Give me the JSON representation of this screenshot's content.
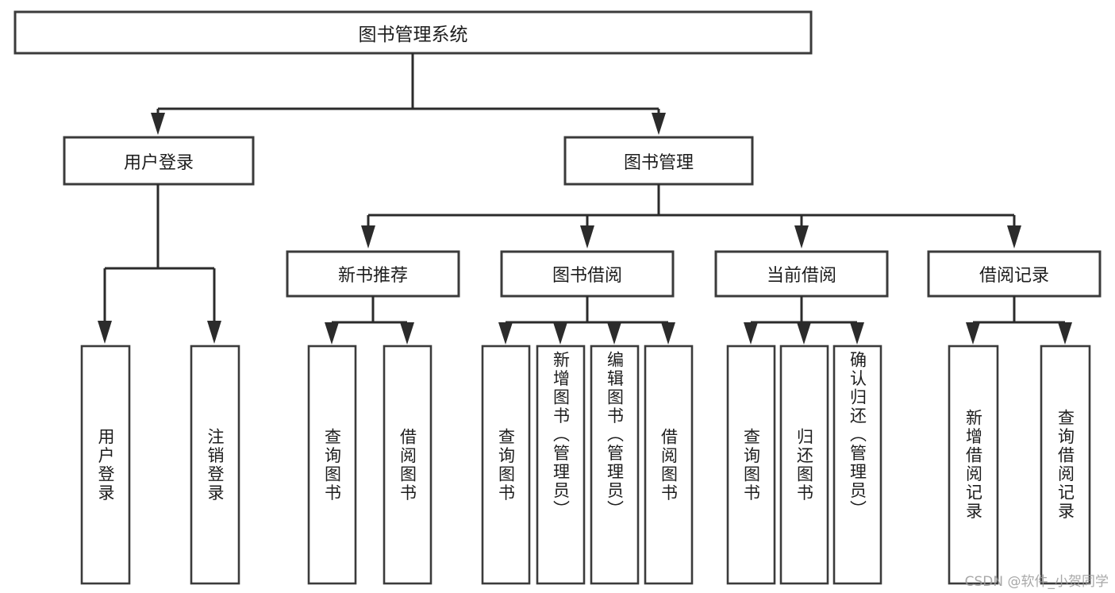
{
  "diagram": {
    "type": "tree-hierarchy",
    "title": "图书管理系统",
    "orientation": "top-down",
    "colors": {
      "background": "#ffffff",
      "box_fill": "#ffffff",
      "box_stroke": "#3b3b3b",
      "connector": "#2b2b2b",
      "text": "#1d1d1d",
      "watermark": "#9a9a9a"
    },
    "root": {
      "label": "图书管理系统"
    },
    "level2": [
      {
        "label": "用户登录"
      },
      {
        "label": "图书管理"
      }
    ],
    "level3": [
      {
        "label": "新书推荐"
      },
      {
        "label": "图书借阅"
      },
      {
        "label": "当前借阅"
      },
      {
        "label": "借阅记录"
      }
    ],
    "leaves": {
      "user_login": [
        "用户登录",
        "注销登录"
      ],
      "new_book_recommend": [
        "查询图书",
        "借阅图书"
      ],
      "book_borrow": [
        "查询图书",
        "新增图书（管理员）",
        "编辑图书（管理员）",
        "借阅图书"
      ],
      "current_borrow": [
        "查询图书",
        "归还图书",
        "确认归还（管理员）"
      ],
      "borrow_record": [
        "新增借阅记录",
        "查询借阅记录"
      ]
    }
  },
  "watermark": {
    "text": "CSDN @软件_小贺同学"
  }
}
